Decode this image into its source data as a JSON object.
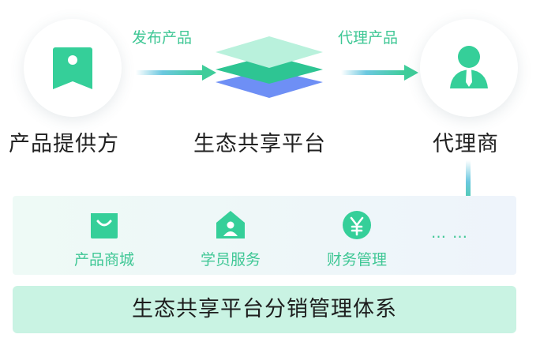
{
  "nodes": {
    "provider": "产品提供方",
    "platform": "生态共享平台",
    "agent": "代理商"
  },
  "arrows": {
    "publish": "发布产品",
    "agency": "代理产品"
  },
  "features": [
    {
      "label": "产品商城",
      "icon": "shopping-bag-icon"
    },
    {
      "label": "学员服务",
      "icon": "student-house-icon"
    },
    {
      "label": "财务管理",
      "icon": "yuan-coin-icon"
    }
  ],
  "ellipsis": "… …",
  "bottom_title": "生态共享平台分销管理体系",
  "colors": {
    "accent_green": "#3fc795",
    "icon_green": "#35cf99",
    "layer_blue": "#6e8ff5",
    "bar_bg": "#c9f3e3"
  }
}
